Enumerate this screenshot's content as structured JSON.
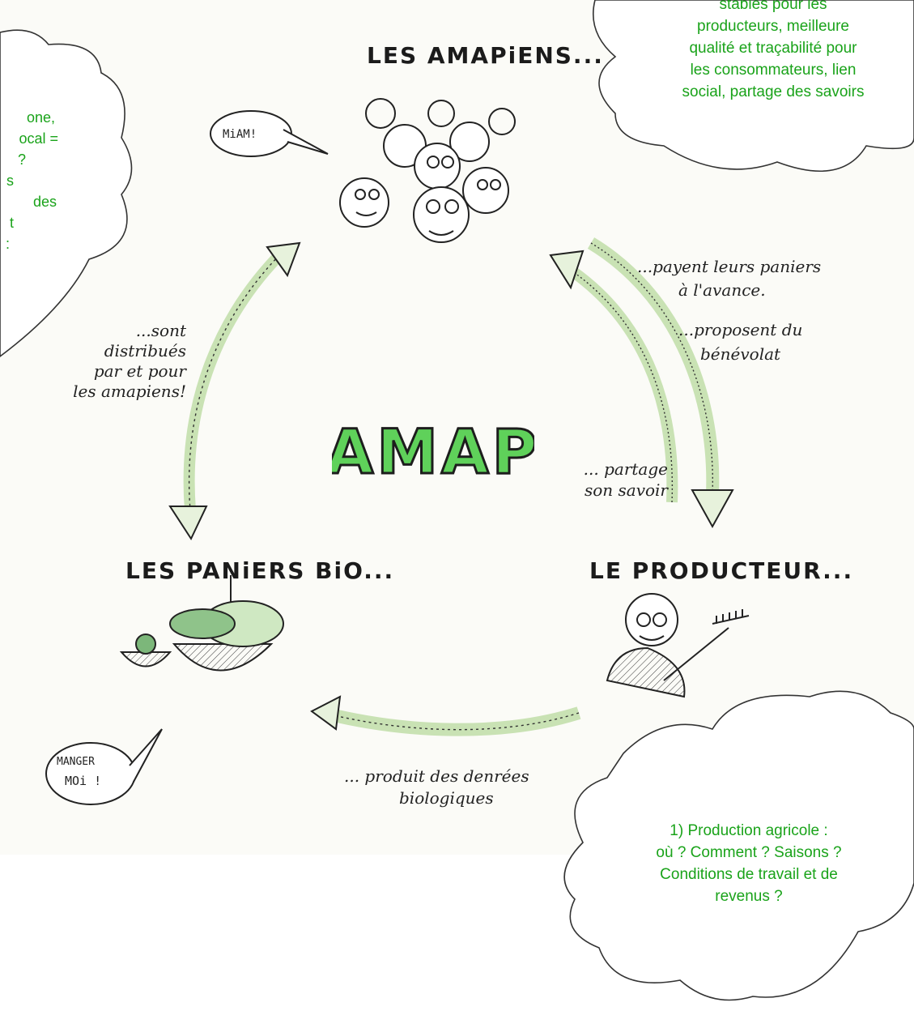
{
  "title": "AMAP",
  "headings": {
    "amapiens": "LES AMAPiENS...",
    "paniers": "LES PANiERS BiO...",
    "producteur": "LE PRODUCTEUR..."
  },
  "bubbles": {
    "miam": "MiAM!",
    "manger_line1": "MANGER",
    "manger_line2": "MOi !"
  },
  "annotations": {
    "payent_line1": "...payent leurs paniers",
    "payent_line2": "à l'avance.",
    "proposent_line1": "...proposent du",
    "proposent_line2": "bénévolat",
    "sont_line1": "...sont",
    "sont_line2": "distribués",
    "sont_line3": "par et pour",
    "sont_line4": "les amapiens!",
    "partage_line1": "... partage",
    "partage_line2": "son savoir",
    "produit_line1": "... produit des denrées",
    "produit_line2": "biologiques"
  },
  "clouds": {
    "top_right": [
      "stables pour les",
      "producteurs, meilleure",
      "qualité et traçabilité pour",
      "les consommateurs, lien",
      "social, partage des savoirs"
    ],
    "left": [
      "one,",
      "ocal =",
      "?",
      "s",
      "des",
      "t",
      ":"
    ],
    "bottom_right": [
      "1) Production agricole :",
      "où ? Comment ? Saisons ?",
      "Conditions de travail et de",
      "revenus ?"
    ]
  },
  "colors": {
    "green_text": "#1aa31a",
    "amap_fill": "#5fd15a",
    "arrow_fill": "#e7f2dc",
    "ink": "#222222"
  }
}
